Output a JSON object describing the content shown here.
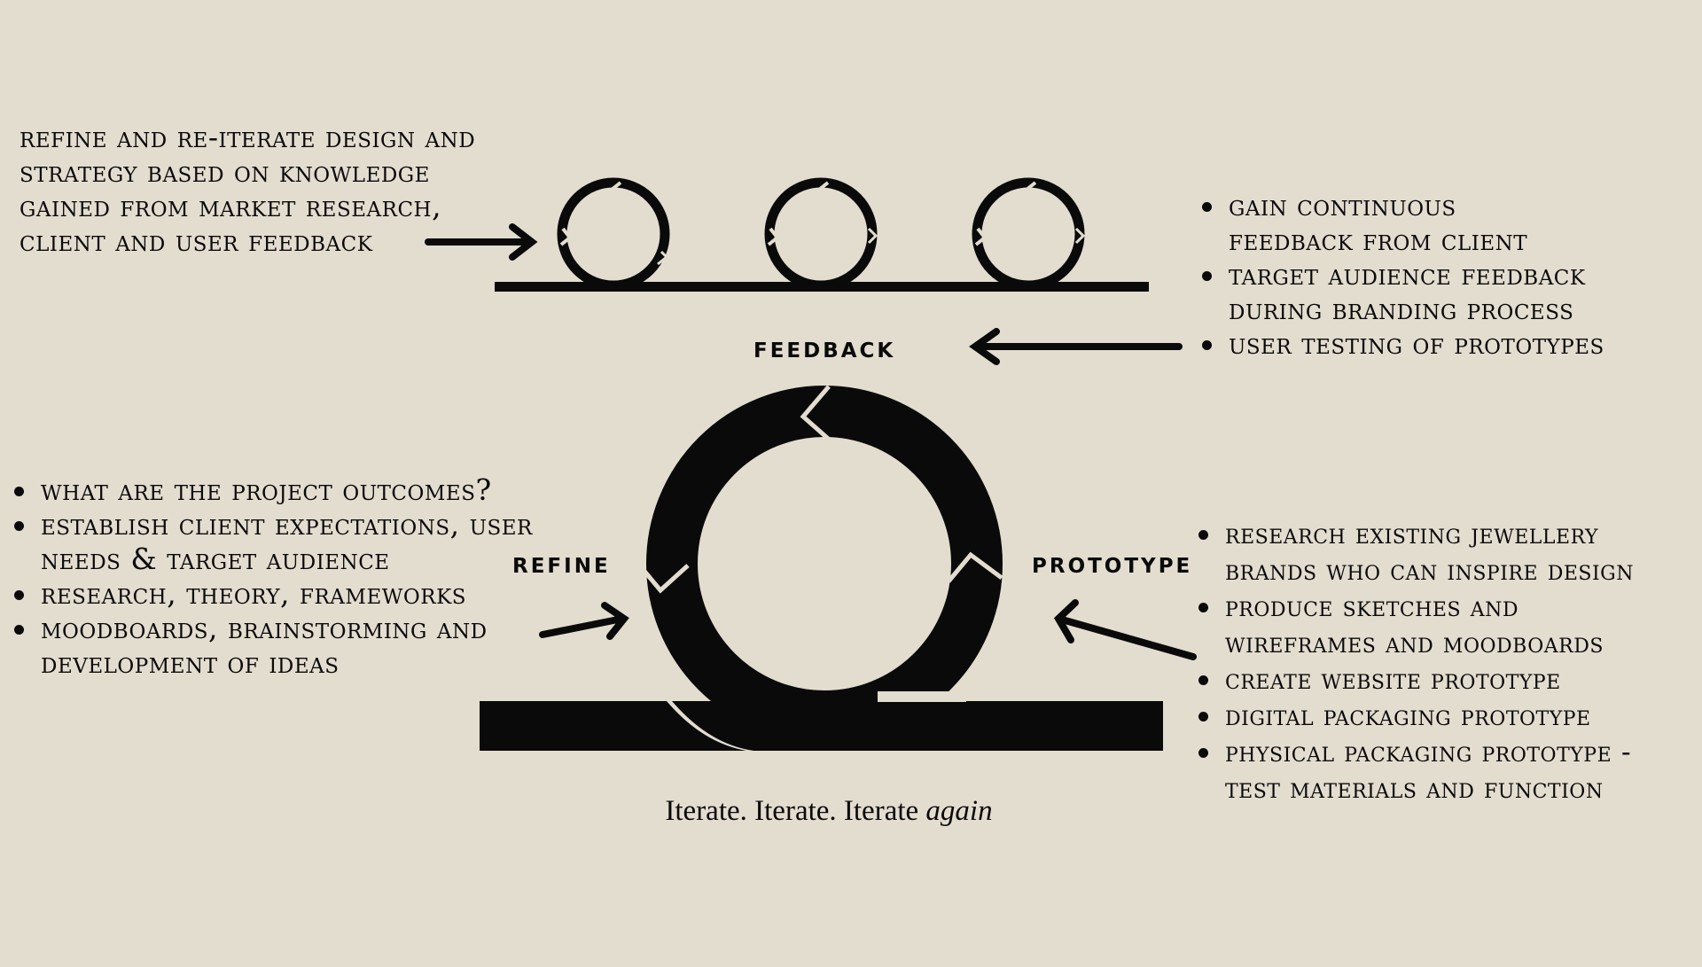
{
  "top_left_note": {
    "lines": [
      "Refine and re-iterate  design and",
      "strategy based on knowledge",
      "gained from market research,",
      "client and user feedback"
    ]
  },
  "top_right_list": [
    [
      "Gain continuous",
      "feedback from client"
    ],
    [
      "target audience feedback",
      "during branding process"
    ],
    [
      "user testing of prototypes"
    ]
  ],
  "middle_left_list": [
    [
      "What are the project outcomes?"
    ],
    [
      "establish client expectations,  user",
      "needs & target audience"
    ],
    [
      "research, theory, frameworks"
    ],
    [
      "moodboards, brainstorming and",
      "development of ideas"
    ]
  ],
  "middle_right_list": [
    [
      "research existing jewellery",
      "brands who can inspire design"
    ],
    [
      "produce sketches and",
      "wireframes and moodboards"
    ],
    [
      "create website prototype"
    ],
    [
      "digital packaging prototype"
    ],
    [
      "physical packaging prototype -",
      "test materials and function"
    ]
  ],
  "labels": {
    "feedback": "FEEDBACK",
    "refine": "REFINE",
    "prototype": "PROTOTYPE"
  },
  "caption": {
    "main": "Iterate. Iterate. Iterate",
    "emphasis": "again"
  },
  "colors": {
    "background": "#e3ddcf",
    "ink": "#0a0a0a"
  }
}
